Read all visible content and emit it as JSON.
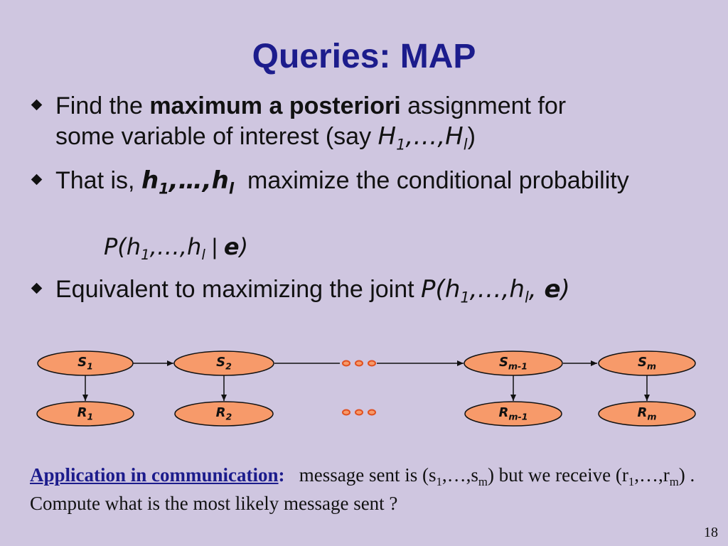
{
  "slide": {
    "title": "Queries: MAP",
    "page_number": "18"
  },
  "bullets": [
    {
      "line1_pre": "Find the ",
      "line1_bold": "maximum a posteriori",
      "line1_post": " assignment for",
      "line2_pre": "some variable of interest (say ",
      "line2_math": "H",
      "line2_sub1": "1",
      "line2_mid": ",…,",
      "line2_math2": "H",
      "line2_sub2": "l",
      "line2_close": ")"
    },
    {
      "pre": "That is, ",
      "math": "h",
      "sub1": "1",
      "mid": ",…,",
      "math2": "h",
      "sub2": "l",
      "post": "  maximize the conditional probability"
    },
    {
      "pre": "Equivalent to maximizing the joint ",
      "math": "P(h",
      "sub1": "1",
      "mid": ",…,h",
      "sub2": "l",
      "comma": ", ",
      "e": "e",
      "close": ")"
    }
  ],
  "formula": {
    "p": "P(h",
    "sub1": "1",
    "mid": ",…,h",
    "sub2": "l",
    "bar": " | ",
    "e": "e",
    "close": ")"
  },
  "diagram": {
    "fill_color": "#f79a6a",
    "stroke_color": "#111111",
    "s_nodes": [
      {
        "base": "S",
        "sub": "1"
      },
      {
        "base": "S",
        "sub": "2"
      },
      {
        "base": "S",
        "sub": "m-1"
      },
      {
        "base": "S",
        "sub": "m"
      }
    ],
    "r_nodes": [
      {
        "base": "R",
        "sub": "1"
      },
      {
        "base": "R",
        "sub": "2"
      },
      {
        "base": "R",
        "sub": "m-1"
      },
      {
        "base": "R",
        "sub": "m"
      }
    ],
    "ellipsis_color": "#e05020"
  },
  "application": {
    "label": "Application in communication",
    "colon": ":",
    "t1": "   message sent is (s",
    "s1": "1",
    "t2": ",…,s",
    "sm": "m",
    "t3": ") but we receive (r",
    "r1": "1",
    "t4": ",…,r",
    "rm": "m",
    "t5": ") .  Compute what is the most likely message sent ?"
  }
}
